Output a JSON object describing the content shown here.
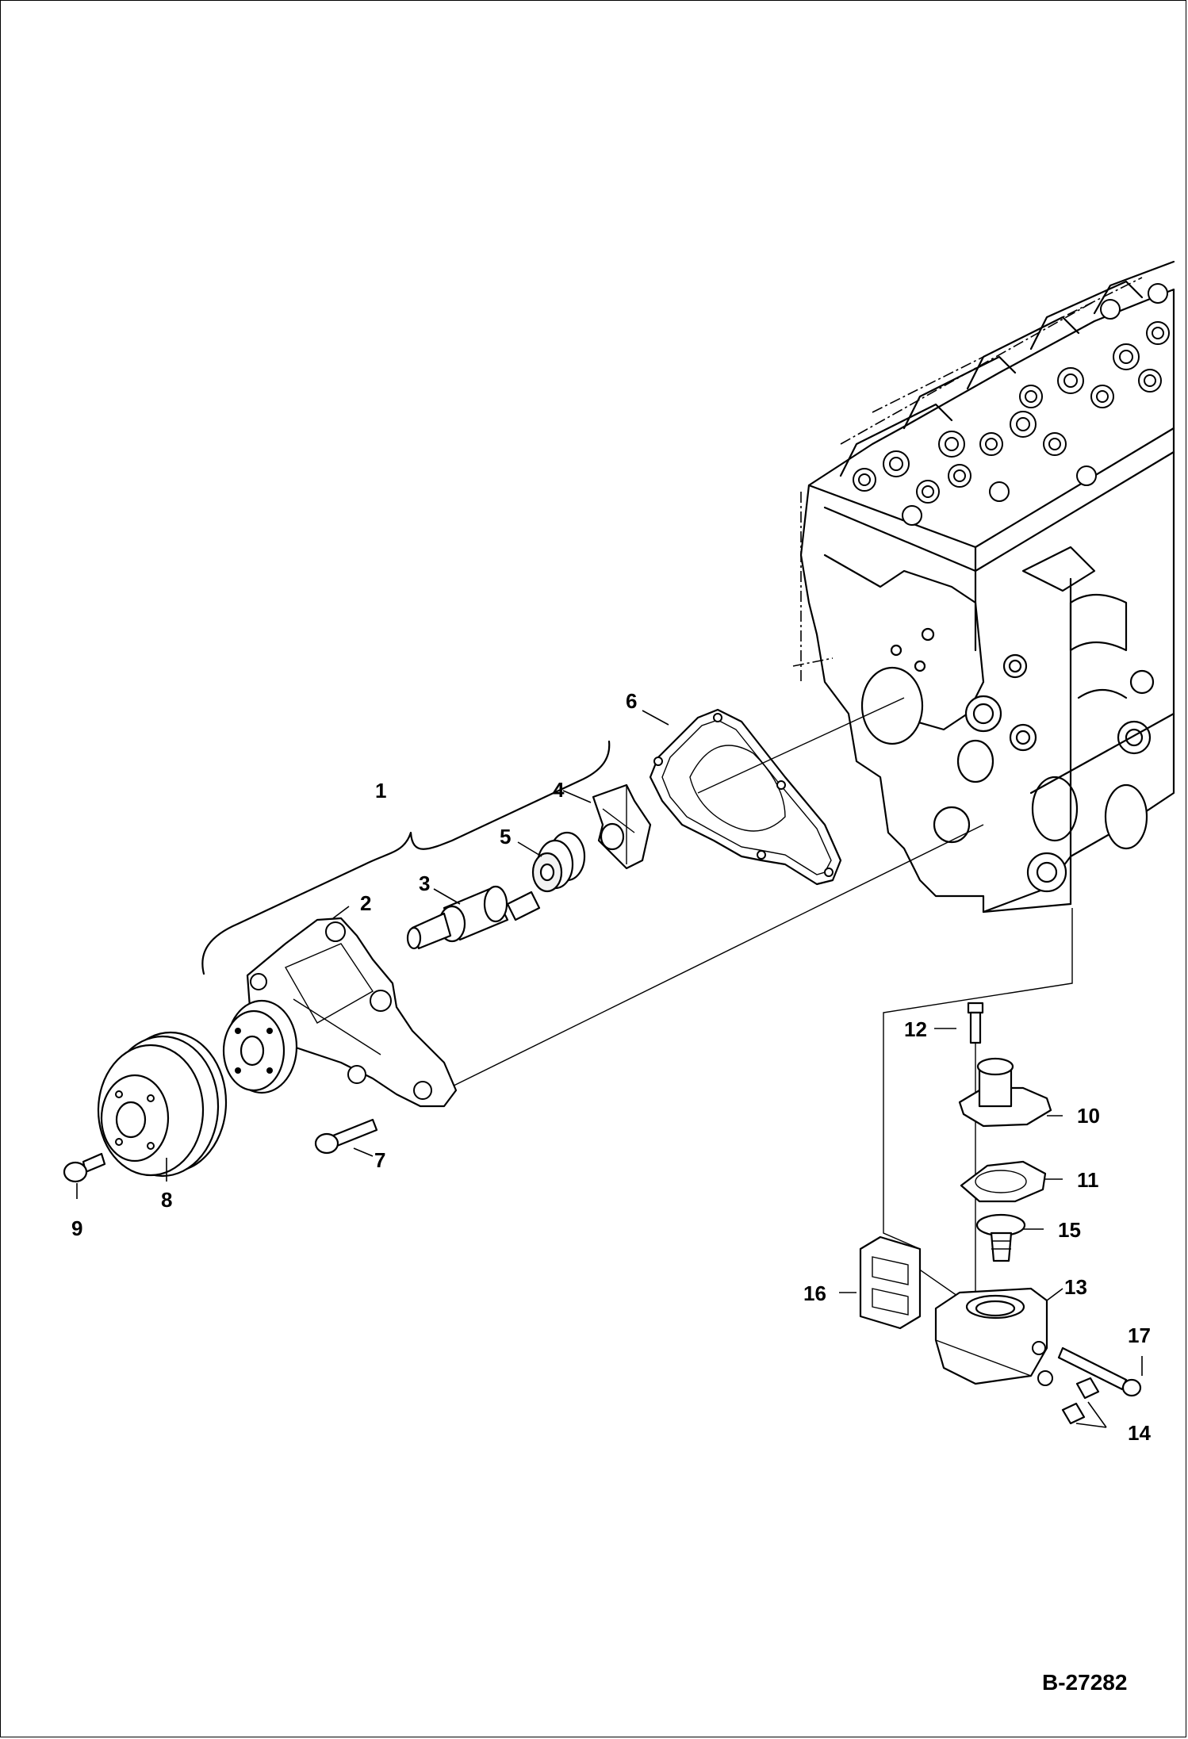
{
  "figure_ref": "B-27282",
  "callouts": [
    "1",
    "2",
    "3",
    "4",
    "5",
    "6",
    "7",
    "8",
    "9",
    "10",
    "11",
    "12",
    "13",
    "14",
    "15",
    "16",
    "17"
  ]
}
